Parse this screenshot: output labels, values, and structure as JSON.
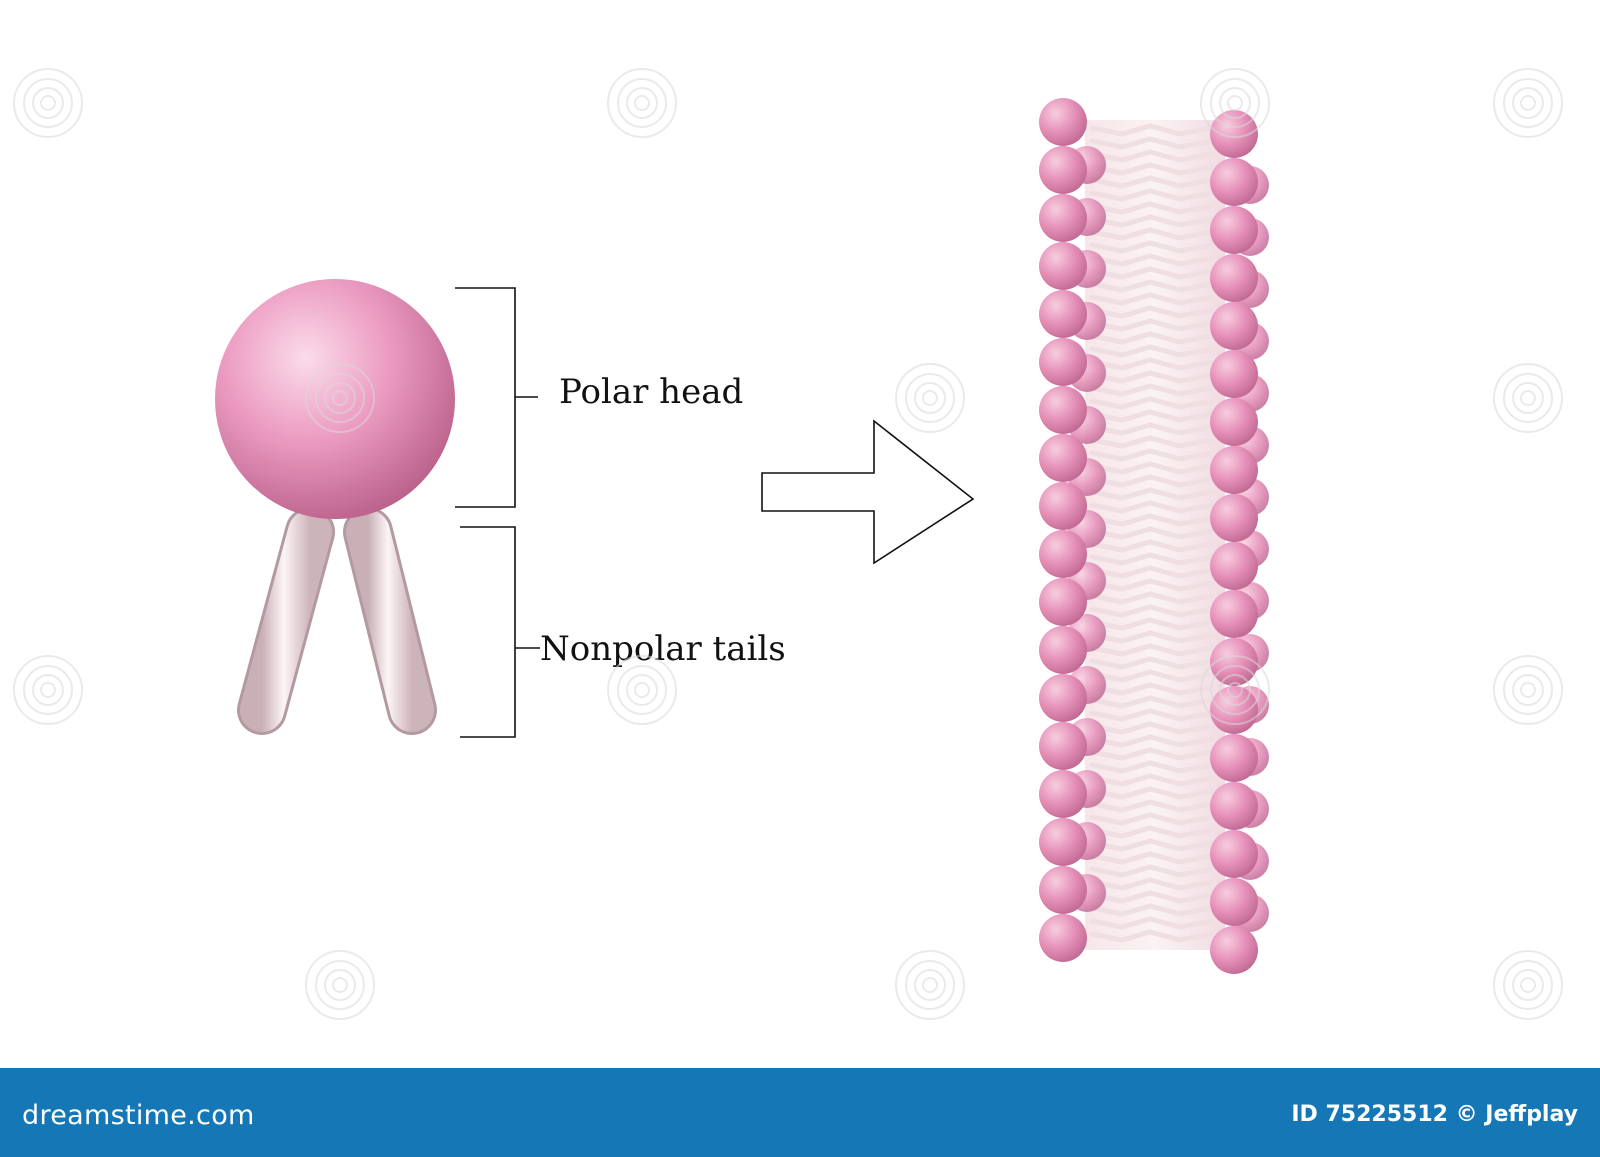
{
  "labels": {
    "polar_head": "Polar head",
    "nonpolar_tails": "Nonpolar tails"
  },
  "footer": {
    "brand": "dreamstime.com",
    "credit": "ID 75225512 © Jeffplay"
  },
  "colors": {
    "head": "#e890b8",
    "tail": "#f2e2e4",
    "footer": "#1577b5",
    "line": "#111111"
  },
  "icons": {
    "watermark": "spiral-watermark-icon"
  }
}
